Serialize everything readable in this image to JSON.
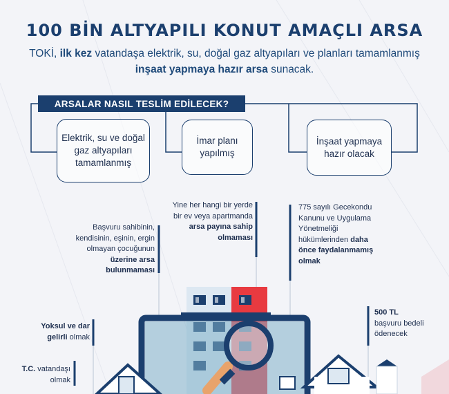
{
  "title": "100 BİN ALTYAPILI KONUT AMAÇLI ARSA",
  "subtitle": {
    "p1": "TOKİ, ",
    "b1": "ilk kez",
    "p2": " vatandaşa elektrik, su, doğal gaz altyapıları ve planları tamamlanmış ",
    "b2": "inşaat yapmaya hazır arsa",
    "p3": " sunacak."
  },
  "section_title": "ARSALAR NASIL TESLİM EDİLECEK?",
  "cards": [
    "Elektrik, su ve doğal gaz altyapıları tamamlanmış",
    "İmar planı yapılmış",
    "İnşaat yapmaya hazır olacak"
  ],
  "conditions": {
    "c1": {
      "text": "Başvuru sahibinin, kendisinin, eşinin, ergin olmayan çocuğunun ",
      "bold": "üzerine arsa bulunmaması"
    },
    "c2": {
      "text": "Yine her hangi bir yerde bir ev veya apartmanda ",
      "bold": "arsa payına sahip olmaması"
    },
    "c3": {
      "text": "775 sayılı Gecekondu Kanunu ve Uygulama Yönetmeliği hükümlerinden ",
      "bold": "daha önce faydalanmamış olmak"
    },
    "c4": {
      "bold": "Yoksul ve dar gelirli",
      "text": " olmak"
    },
    "c5": {
      "bold": "500 TL",
      "text": " başvuru bedeli ödenecek"
    },
    "c6": {
      "bold": "T.C.",
      "text": " vatandaşı olmak"
    }
  },
  "colors": {
    "navy": "#1b3f6e",
    "red": "#e83a40",
    "sky": "#7fb0c9",
    "light": "#dde8f2"
  }
}
